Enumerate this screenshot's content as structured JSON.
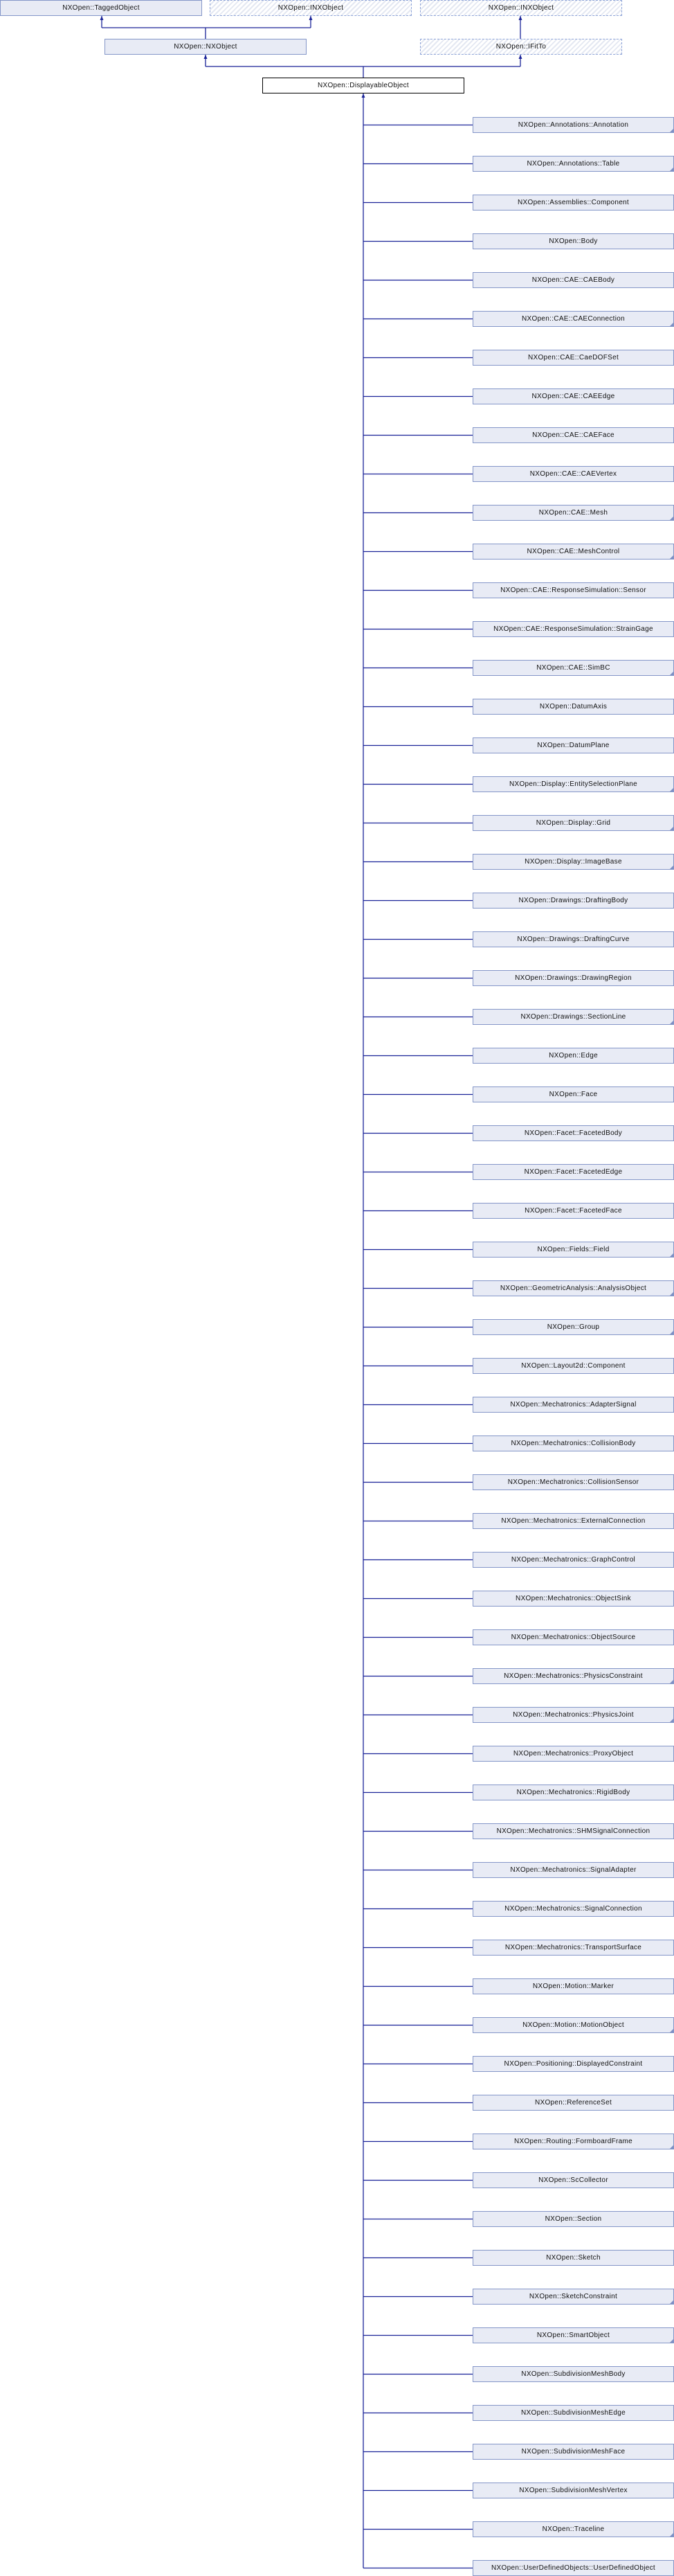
{
  "colors": {
    "link": "#1a2398",
    "box_fill": "#e8ebf5",
    "box_border": "#8496c8"
  },
  "ancestors": {
    "tagged_object": "NXOpen::TaggedObject",
    "inx_object_1": "NXOpen::INXObject",
    "inx_object_2": "NXOpen::INXObject",
    "nx_object": "NXOpen::NXObject",
    "ifit_to": "NXOpen::IFitTo"
  },
  "current": "NXOpen::DisplayableObject",
  "children": [
    {
      "label": "NXOpen::Annotations::Annotation",
      "has_children": true
    },
    {
      "label": "NXOpen::Annotations::Table",
      "has_children": true
    },
    {
      "label": "NXOpen::Assemblies::Component",
      "has_children": false
    },
    {
      "label": "NXOpen::Body",
      "has_children": false
    },
    {
      "label": "NXOpen::CAE::CAEBody",
      "has_children": false
    },
    {
      "label": "NXOpen::CAE::CAEConnection",
      "has_children": true
    },
    {
      "label": "NXOpen::CAE::CaeDOFSet",
      "has_children": false
    },
    {
      "label": "NXOpen::CAE::CAEEdge",
      "has_children": false
    },
    {
      "label": "NXOpen::CAE::CAEFace",
      "has_children": false
    },
    {
      "label": "NXOpen::CAE::CAEVertex",
      "has_children": false
    },
    {
      "label": "NXOpen::CAE::Mesh",
      "has_children": true
    },
    {
      "label": "NXOpen::CAE::MeshControl",
      "has_children": true
    },
    {
      "label": "NXOpen::CAE::ResponseSimulation::Sensor",
      "has_children": false
    },
    {
      "label": "NXOpen::CAE::ResponseSimulation::StrainGage",
      "has_children": false
    },
    {
      "label": "NXOpen::CAE::SimBC",
      "has_children": true
    },
    {
      "label": "NXOpen::DatumAxis",
      "has_children": false
    },
    {
      "label": "NXOpen::DatumPlane",
      "has_children": false
    },
    {
      "label": "NXOpen::Display::EntitySelectionPlane",
      "has_children": true
    },
    {
      "label": "NXOpen::Display::Grid",
      "has_children": true
    },
    {
      "label": "NXOpen::Display::ImageBase",
      "has_children": true
    },
    {
      "label": "NXOpen::Drawings::DraftingBody",
      "has_children": false
    },
    {
      "label": "NXOpen::Drawings::DraftingCurve",
      "has_children": false
    },
    {
      "label": "NXOpen::Drawings::DrawingRegion",
      "has_children": false
    },
    {
      "label": "NXOpen::Drawings::SectionLine",
      "has_children": true
    },
    {
      "label": "NXOpen::Edge",
      "has_children": false
    },
    {
      "label": "NXOpen::Face",
      "has_children": false
    },
    {
      "label": "NXOpen::Facet::FacetedBody",
      "has_children": false
    },
    {
      "label": "NXOpen::Facet::FacetedEdge",
      "has_children": false
    },
    {
      "label": "NXOpen::Facet::FacetedFace",
      "has_children": false
    },
    {
      "label": "NXOpen::Fields::Field",
      "has_children": true
    },
    {
      "label": "NXOpen::GeometricAnalysis::AnalysisObject",
      "has_children": true
    },
    {
      "label": "NXOpen::Group",
      "has_children": true
    },
    {
      "label": "NXOpen::Layout2d::Component",
      "has_children": false
    },
    {
      "label": "NXOpen::Mechatronics::AdapterSignal",
      "has_children": false
    },
    {
      "label": "NXOpen::Mechatronics::CollisionBody",
      "has_children": false
    },
    {
      "label": "NXOpen::Mechatronics::CollisionSensor",
      "has_children": false
    },
    {
      "label": "NXOpen::Mechatronics::ExternalConnection",
      "has_children": false
    },
    {
      "label": "NXOpen::Mechatronics::GraphControl",
      "has_children": false
    },
    {
      "label": "NXOpen::Mechatronics::ObjectSink",
      "has_children": false
    },
    {
      "label": "NXOpen::Mechatronics::ObjectSource",
      "has_children": false
    },
    {
      "label": "NXOpen::Mechatronics::PhysicsConstraint",
      "has_children": true
    },
    {
      "label": "NXOpen::Mechatronics::PhysicsJoint",
      "has_children": true
    },
    {
      "label": "NXOpen::Mechatronics::ProxyObject",
      "has_children": false
    },
    {
      "label": "NXOpen::Mechatronics::RigidBody",
      "has_children": false
    },
    {
      "label": "NXOpen::Mechatronics::SHMSignalConnection",
      "has_children": false
    },
    {
      "label": "NXOpen::Mechatronics::SignalAdapter",
      "has_children": false
    },
    {
      "label": "NXOpen::Mechatronics::SignalConnection",
      "has_children": false
    },
    {
      "label": "NXOpen::Mechatronics::TransportSurface",
      "has_children": false
    },
    {
      "label": "NXOpen::Motion::Marker",
      "has_children": false
    },
    {
      "label": "NXOpen::Motion::MotionObject",
      "has_children": true
    },
    {
      "label": "NXOpen::Positioning::DisplayedConstraint",
      "has_children": false
    },
    {
      "label": "NXOpen::ReferenceSet",
      "has_children": false
    },
    {
      "label": "NXOpen::Routing::FormboardFrame",
      "has_children": true
    },
    {
      "label": "NXOpen::ScCollector",
      "has_children": false
    },
    {
      "label": "NXOpen::Section",
      "has_children": false
    },
    {
      "label": "NXOpen::Sketch",
      "has_children": false
    },
    {
      "label": "NXOpen::SketchConstraint",
      "has_children": true
    },
    {
      "label": "NXOpen::SmartObject",
      "has_children": true
    },
    {
      "label": "NXOpen::SubdivisionMeshBody",
      "has_children": false
    },
    {
      "label": "NXOpen::SubdivisionMeshEdge",
      "has_children": false
    },
    {
      "label": "NXOpen::SubdivisionMeshFace",
      "has_children": false
    },
    {
      "label": "NXOpen::SubdivisionMeshVertex",
      "has_children": false
    },
    {
      "label": "NXOpen::Traceline",
      "has_children": true
    },
    {
      "label": "NXOpen::UserDefinedObjects::UserDefinedObject",
      "has_children": false
    }
  ]
}
